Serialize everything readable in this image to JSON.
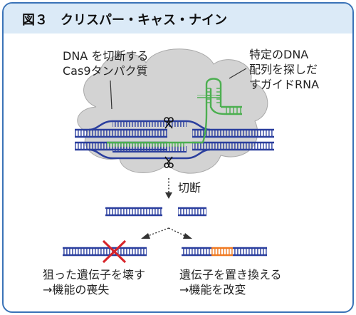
{
  "title": {
    "figure": "図３",
    "text": "クリスパー・キャス・ナイン"
  },
  "labels": {
    "cas9_line1": "DNA を切断する",
    "cas9_line2": "Cas9タンパク質",
    "guide_line1": "特定のDNA",
    "guide_line2": "配列を探しだ",
    "guide_line3": "すガイドRNA",
    "cut": "切断",
    "left_outcome_line1": "狙った遺伝子を壊す",
    "left_outcome_line2": "→機能の喪失",
    "right_outcome_line1": "遺伝子を置き換える",
    "right_outcome_line2": "→機能を改変"
  },
  "colors": {
    "border": "#3a73b7",
    "title_bg": "#dbeaf7",
    "dna": "#2b3f9e",
    "rna": "#4caf50",
    "protein": "#d3d3d3",
    "cross": "#d8242a",
    "insert": "#ef7a22"
  },
  "icons": [
    "scissors-icon",
    "scissors-icon",
    "cross-mark-icon"
  ]
}
